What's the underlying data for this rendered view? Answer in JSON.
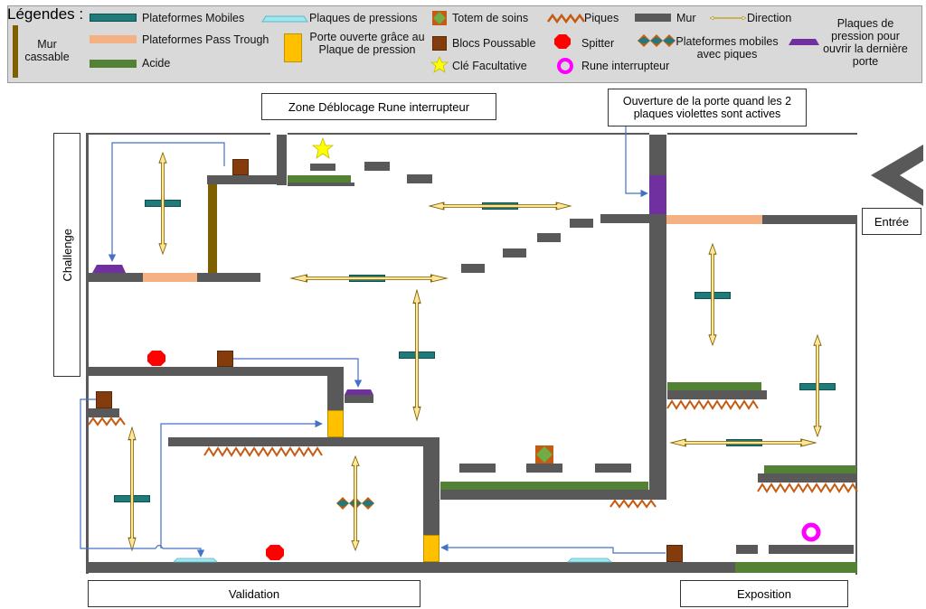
{
  "legend": {
    "title": "Légendes :",
    "breakable_wall": "Mur cassable",
    "mobile_platforms": "Plateformes Mobiles",
    "pass_through": "Plateformes Pass Trough",
    "acid": "Acide",
    "pressure_plates": "Plaques de pressions",
    "door_open": "Porte ouverte grâce au Plaque de pression",
    "healing_totem": "Totem de soins",
    "push_blocks": "Blocs Poussable",
    "optional_key": "Clé Facultative",
    "spikes": "Piques",
    "spitter": "Spitter",
    "switch_rune": "Rune interrupteur",
    "wall": "Mur",
    "direction": "Direction",
    "mobile_spiked": "Plateformes mobiles avec piques",
    "last_door_plates": "Plaques de pression pour ouvrir la dernière porte"
  },
  "map": {
    "zone_rune": "Zone Déblocage Rune interrupteur",
    "door_note": "Ouverture de la porte quand les 2 plaques violettes sont actives",
    "challenge": "Challenge",
    "entree": "Entrée",
    "validation": "Validation",
    "exposition": "Exposition"
  },
  "colors": {
    "wall": "#595959",
    "acid": "#548235",
    "pass_through": "#f4b183",
    "mobile": "#1f7a7a",
    "breakable": "#7f6000",
    "door": "#ffc000",
    "push_block": "#843c0c",
    "pressure_plate": "#9ee7ee",
    "violet_plate": "#7030a0",
    "spitter": "#ff0000",
    "rune": "#ff00ff",
    "spikes": "#c55a11",
    "key": "#ffff00",
    "arrow": "#4472c4"
  }
}
